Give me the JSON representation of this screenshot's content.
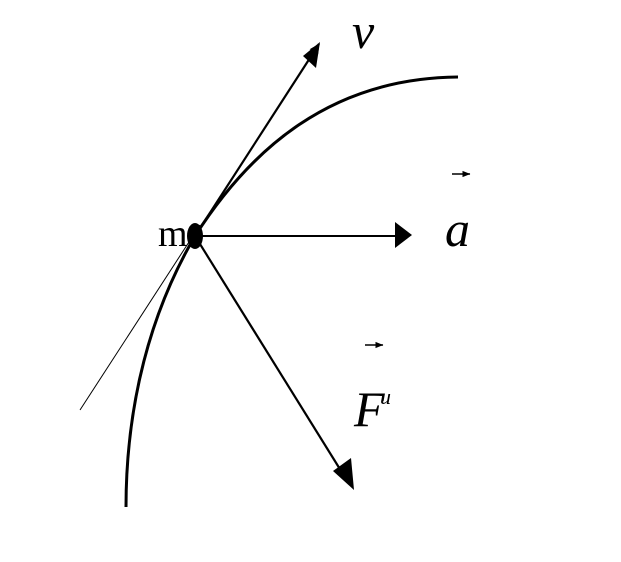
{
  "diagram": {
    "labels": {
      "mass": "m",
      "velocity": "ν",
      "acceleration": "a",
      "force": "F",
      "force_subscript": "и"
    },
    "colors": {
      "stroke": "#000000",
      "background": "#ffffff"
    },
    "icons": {
      "vector_arrow": "vector-arrow-icon",
      "point_mass": "point-mass-icon"
    }
  }
}
